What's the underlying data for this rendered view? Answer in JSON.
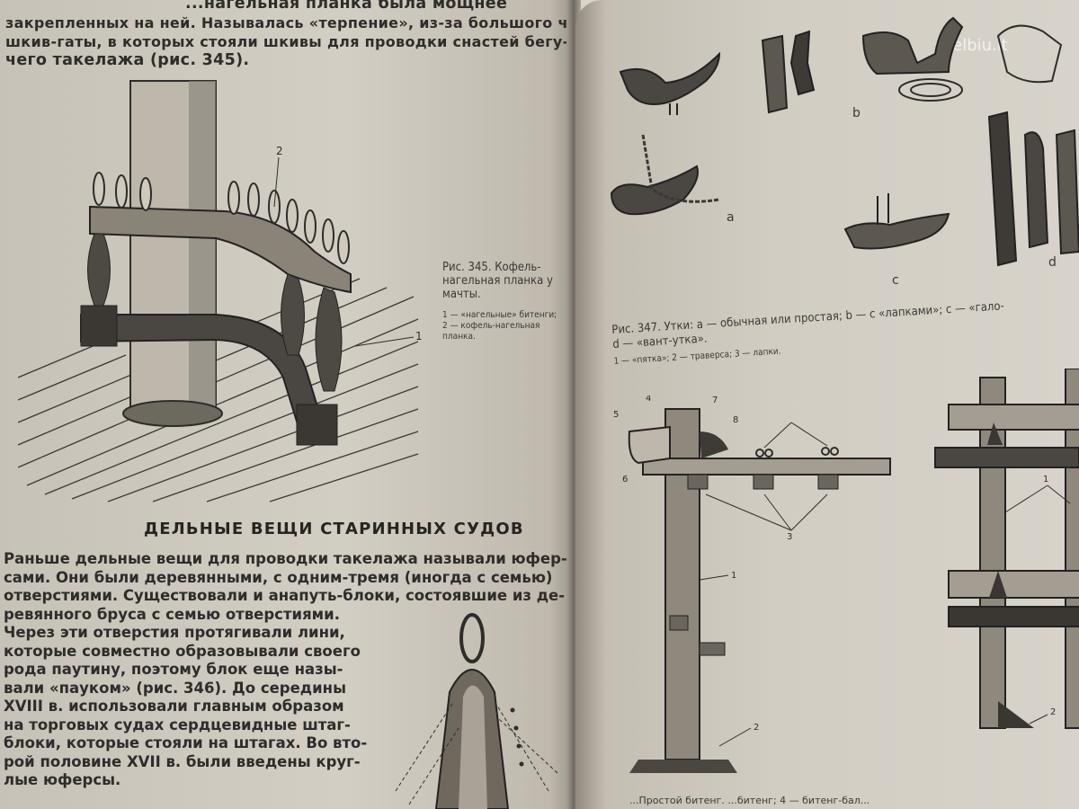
{
  "left_page": {
    "top_lines": [
      "...нагельная планка была мощнее",
      "закрепленных на ней. Называлась «терпение», из-за большого числа концов,",
      "шкив-гаты, в которых стояли шкивы для проводки снастей бегу-",
      "чего такелажа (рис. 345)."
    ],
    "figure_345": {
      "callouts": [
        "2",
        "1"
      ],
      "caption_title": "Рис. 345. Кофель-нагельная планка у мачты.",
      "caption_legend": "1 — «нагельные» битенги; 2 — кофель-нагельная планка."
    },
    "section_heading": "ДЕЛЬНЫЕ ВЕЩИ СТАРИННЫХ СУДОВ",
    "body_lines": [
      "Раньше дельные вещи для проводки такелажа называли юфер-",
      "сами. Они были деревянными, с одним-тремя (иногда с семью)",
      "отверстиями. Существовали и анапуть-блоки, состоявшие из де-",
      "ревянного бруса с семью отверстиями.",
      "Через эти отверстия протягивали лини,",
      "которые совместно образовывали своего",
      "рода паутину, поэтому блок еще назы-",
      "вали «пауком» (рис. 346). До середины",
      "XVIII в. использовали главным образом",
      "на торговых судах сердцевидные штаг-",
      "блоки, которые стояли на штагах. Во вто-",
      "рой половине XVII в. были введены круг-",
      "лые юферсы."
    ]
  },
  "right_page": {
    "watermark": "skelbiu.lt",
    "figure_347": {
      "labels": [
        "a",
        "b",
        "c",
        "d"
      ],
      "caption_title": "Рис. 347. Утки: a — обычная или простая; b — с «лапками»; c — «гало-",
      "caption_title_2": "d — «вант-утка».",
      "caption_legend": "1 — «пятка»; 2 — траверса; 3 — лапки."
    },
    "figure_348": {
      "callouts": [
        "5",
        "4",
        "7",
        "8",
        "6",
        "3",
        "1",
        "2"
      ]
    },
    "figure_349": {
      "callouts": [
        "1",
        "2"
      ]
    },
    "bottom_caption": "...Простой битенг.            ...битенг; 4 — битенг-бал..."
  }
}
